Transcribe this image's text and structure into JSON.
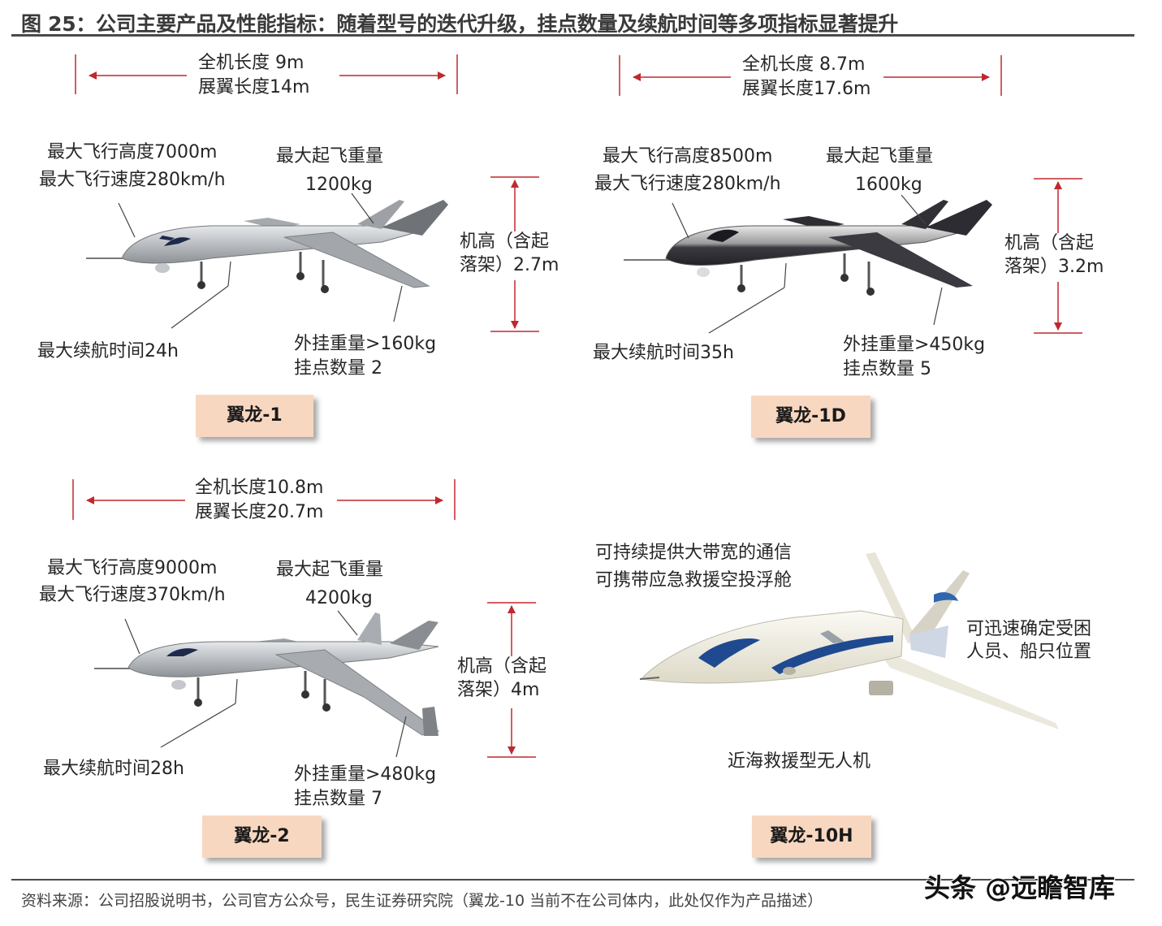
{
  "title": "图 25：公司主要产品及性能指标：随着型号的迭代升级，挂点数量及续航时间等多项指标显著提升",
  "colors": {
    "accent_red": "#c0282d",
    "label_bg": "#f8d7c0",
    "rule": "#4a4a4a"
  },
  "panels": [
    {
      "name": "翼龙-1",
      "length": "全机长度 9m",
      "span": "展翼长度14m",
      "altitude": "最大飞行高度7000m",
      "speed": "最大飞行速度280km/h",
      "mtow_label": "最大起飞重量",
      "mtow_value": "1200kg",
      "height_l1": "机高（含起",
      "height_l2": "落架）2.7m",
      "endurance": "最大续航时间24h",
      "payload": "外挂重量>160kg",
      "hardpoints": "挂点数量 2"
    },
    {
      "name": "翼龙-1D",
      "length": "全机长度 8.7m",
      "span": "展翼长度17.6m",
      "altitude": "最大飞行高度8500m",
      "speed": "最大飞行速度280km/h",
      "mtow_label": "最大起飞重量",
      "mtow_value": "1600kg",
      "height_l1": "机高（含起",
      "height_l2": "落架）3.2m",
      "endurance": "最大续航时间35h",
      "payload": "外挂重量>450kg",
      "hardpoints": "挂点数量 5"
    },
    {
      "name": "翼龙-2",
      "length": "全机长度10.8m",
      "span": "展翼长度20.7m",
      "altitude": "最大飞行高度9000m",
      "speed": "最大飞行速度370km/h",
      "mtow_label": "最大起飞重量",
      "mtow_value": "4200kg",
      "height_l1": "机高（含起",
      "height_l2": "落架）4m",
      "endurance": "最大续航时间28h",
      "payload": "外挂重量>480kg",
      "hardpoints": "挂点数量 7"
    },
    {
      "name": "翼龙-10H",
      "desc_l1": "可持续提供大带宽的通信",
      "desc_l2": "可携带应急救援空投浮舱",
      "side_l1": "可迅速确定受困",
      "side_l2": "人员、船只位置",
      "caption": "近海救援型无人机"
    }
  ],
  "source": "资料来源：公司招股说明书，公司官方公众号，民生证券研究院（翼龙-10 当前不在公司体内，此处仅作为产品描述）",
  "watermark": "头条 @远瞻智库"
}
